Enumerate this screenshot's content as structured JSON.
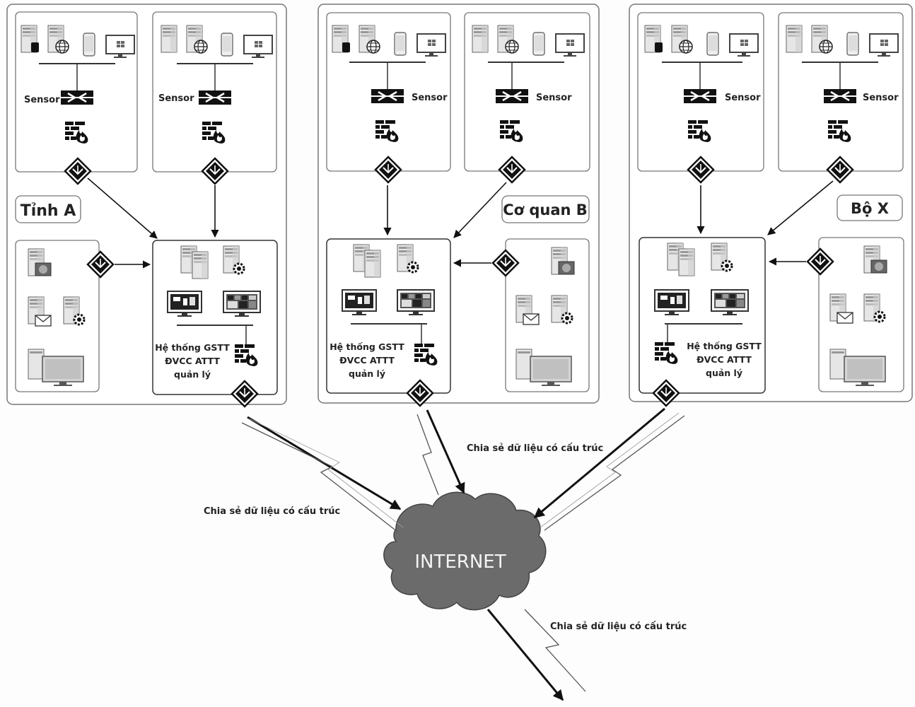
{
  "regions": [
    {
      "name": "Tỉnh A"
    },
    {
      "name": "Cơ quan B"
    },
    {
      "name": "Bộ X"
    }
  ],
  "sensor_label": "Sensor",
  "system_label_lines": [
    "Hệ thống GSTT",
    "ĐVCC ATTT",
    "quản lý"
  ],
  "internet_label": "INTERNET",
  "share_label": "Chia sẻ dữ liệu có cấu trúc",
  "icons": {
    "server": "server-icon",
    "globe": "globe-icon",
    "phone": "phone-icon",
    "monitor": "monitor-icon",
    "sensor": "sensor-icon",
    "firewall": "firewall-icon",
    "router": "router-icon",
    "mail": "mail-icon",
    "gear": "gear-icon",
    "dashboard": "dashboard-icon",
    "cloud": "cloud-icon"
  }
}
